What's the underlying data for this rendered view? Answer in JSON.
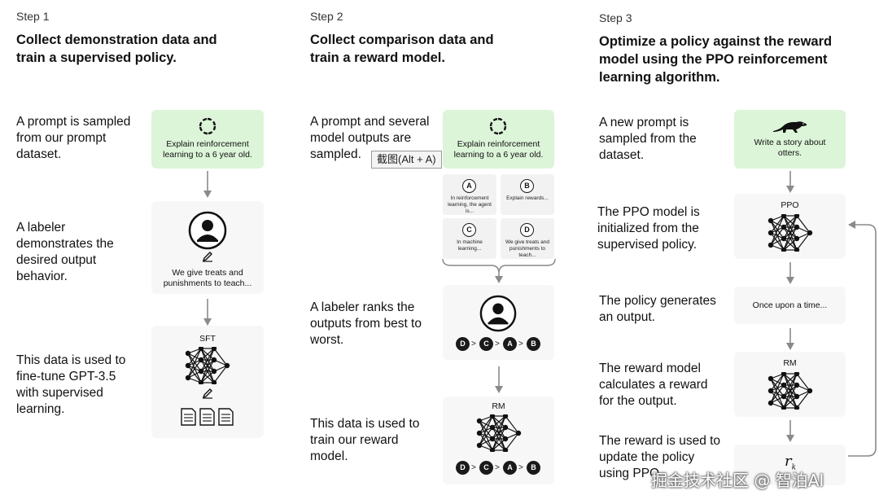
{
  "step1": {
    "label": "Step 1",
    "title": "Collect demonstration data and train a supervised policy.",
    "desc1": "A prompt is sampled from our prompt dataset.",
    "desc2": "A labeler demonstrates the desired output behavior.",
    "desc3": "This data is used to fine-tune GPT-3.5 with supervised learning.",
    "prompt_text": "Explain reinforcement learning to a 6 year old.",
    "demo_text": "We give treats and punishments to teach...",
    "model_label": "SFT"
  },
  "step2": {
    "label": "Step 2",
    "title": "Collect comparison data and train a reward model.",
    "desc1": "A prompt and several model outputs are sampled.",
    "desc2": "A labeler ranks the outputs from best to worst.",
    "desc3": "This data is used to train our reward model.",
    "prompt_text": "Explain reinforcement learning to a 6 year old.",
    "outputs": [
      {
        "letter": "A",
        "text": "In reinforcement learning, the agent is..."
      },
      {
        "letter": "B",
        "text": "Explain rewards..."
      },
      {
        "letter": "C",
        "text": "In machine learning..."
      },
      {
        "letter": "D",
        "text": "We give treats and punishments to teach..."
      }
    ],
    "ranking": [
      "D",
      "C",
      "A",
      "B"
    ],
    "gt_symbol": ">",
    "model_label": "RM"
  },
  "step3": {
    "label": "Step 3",
    "title": "Optimize a policy against the reward model using the PPO reinforcement learning algorithm.",
    "desc1": "A new prompt is sampled from the dataset.",
    "desc2": "The PPO model is initialized from the supervised policy.",
    "desc3": "The policy generates an output.",
    "desc4": "The reward model calculates a reward for the output.",
    "desc5": "The reward is used to update the policy using PPO.",
    "prompt_text": "Write a story about otters.",
    "ppo_label": "PPO",
    "output_text": "Once upon a time...",
    "rm_label": "RM",
    "reward_symbol": "r",
    "reward_subscript": "k"
  },
  "overlay": {
    "tooltip": "截图(Alt + A)",
    "watermark": "掘金技术社区 @ 智泊AI"
  },
  "colors": {
    "prompt_card": "#dcf5d8",
    "card": "#f7f7f7",
    "arrow": "#8a8a8a"
  }
}
